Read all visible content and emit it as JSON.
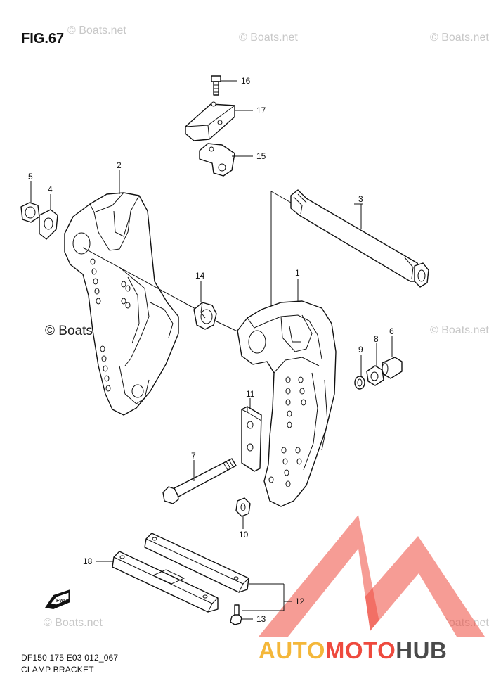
{
  "figure": {
    "title": "FIG.67",
    "code": "DF150 175 E03 012_067",
    "name": "CLAMP BRACKET"
  },
  "watermark": "© Boats.net",
  "fwd_label": "FWD",
  "logo": {
    "part1": "AUTO",
    "part2": "MOTO",
    "part3": "HUB"
  },
  "callouts": [
    "1",
    "2",
    "3",
    "4",
    "5",
    "6",
    "7",
    "8",
    "9",
    "10",
    "11",
    "12",
    "13",
    "14",
    "15",
    "16",
    "17",
    "18"
  ],
  "colors": {
    "logo_red": "#ee4a3e",
    "logo_yellow": "#f4b73a",
    "logo_gray": "#4a4a4a",
    "line": "#111111"
  }
}
